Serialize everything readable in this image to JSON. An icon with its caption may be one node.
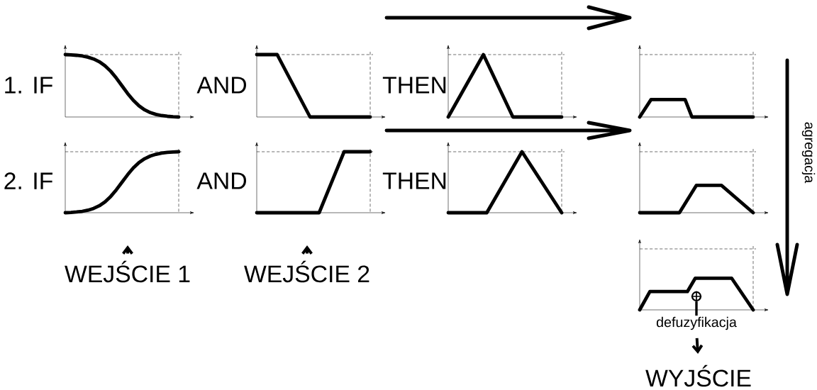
{
  "diagram": {
    "nodes": [
      {
        "text": [],
        "shape": "graph"
      },
      {
        "text": [],
        "shape": "graph"
      },
      {
        "text": [],
        "shape": "graph"
      },
      {
        "text": [],
        "shape": "graph"
      },
      {
        "text": [],
        "shape": "graph"
      },
      {
        "text": [],
        "shape": "graph"
      },
      {
        "text": [],
        "shape": "graph"
      },
      {
        "text": [],
        "shape": "graph"
      },
      {
        "text": [],
        "shape": "graph"
      },
      {
        "text": [
          "WEJŚCIE 1"
        ]
      },
      {
        "text": [
          "WEJŚCIE 2"
        ]
      },
      {
        "text": [],
        "shape": "circle",
        "in": 8
      },
      {
        "text": [
          "defuzyfikacja"
        ]
      },
      {
        "text": [
          "WYJŚCIE"
        ]
      }
    ],
    "edges": [
      {
        "from": 9,
        "to": null,
        "arrow": "to"
      },
      {
        "from": 10,
        "to": null,
        "arrow": "to"
      },
      {
        "from": 12,
        "to": 11,
        "arrow": "none"
      },
      {
        "from": 12,
        "to": 13,
        "arrow": "to"
      }
    ],
    "labels": [
      "1. IF",
      "AND",
      "THEN",
      "2. IF",
      "AND",
      "THEN",
      "agregacja"
    ]
  }
}
